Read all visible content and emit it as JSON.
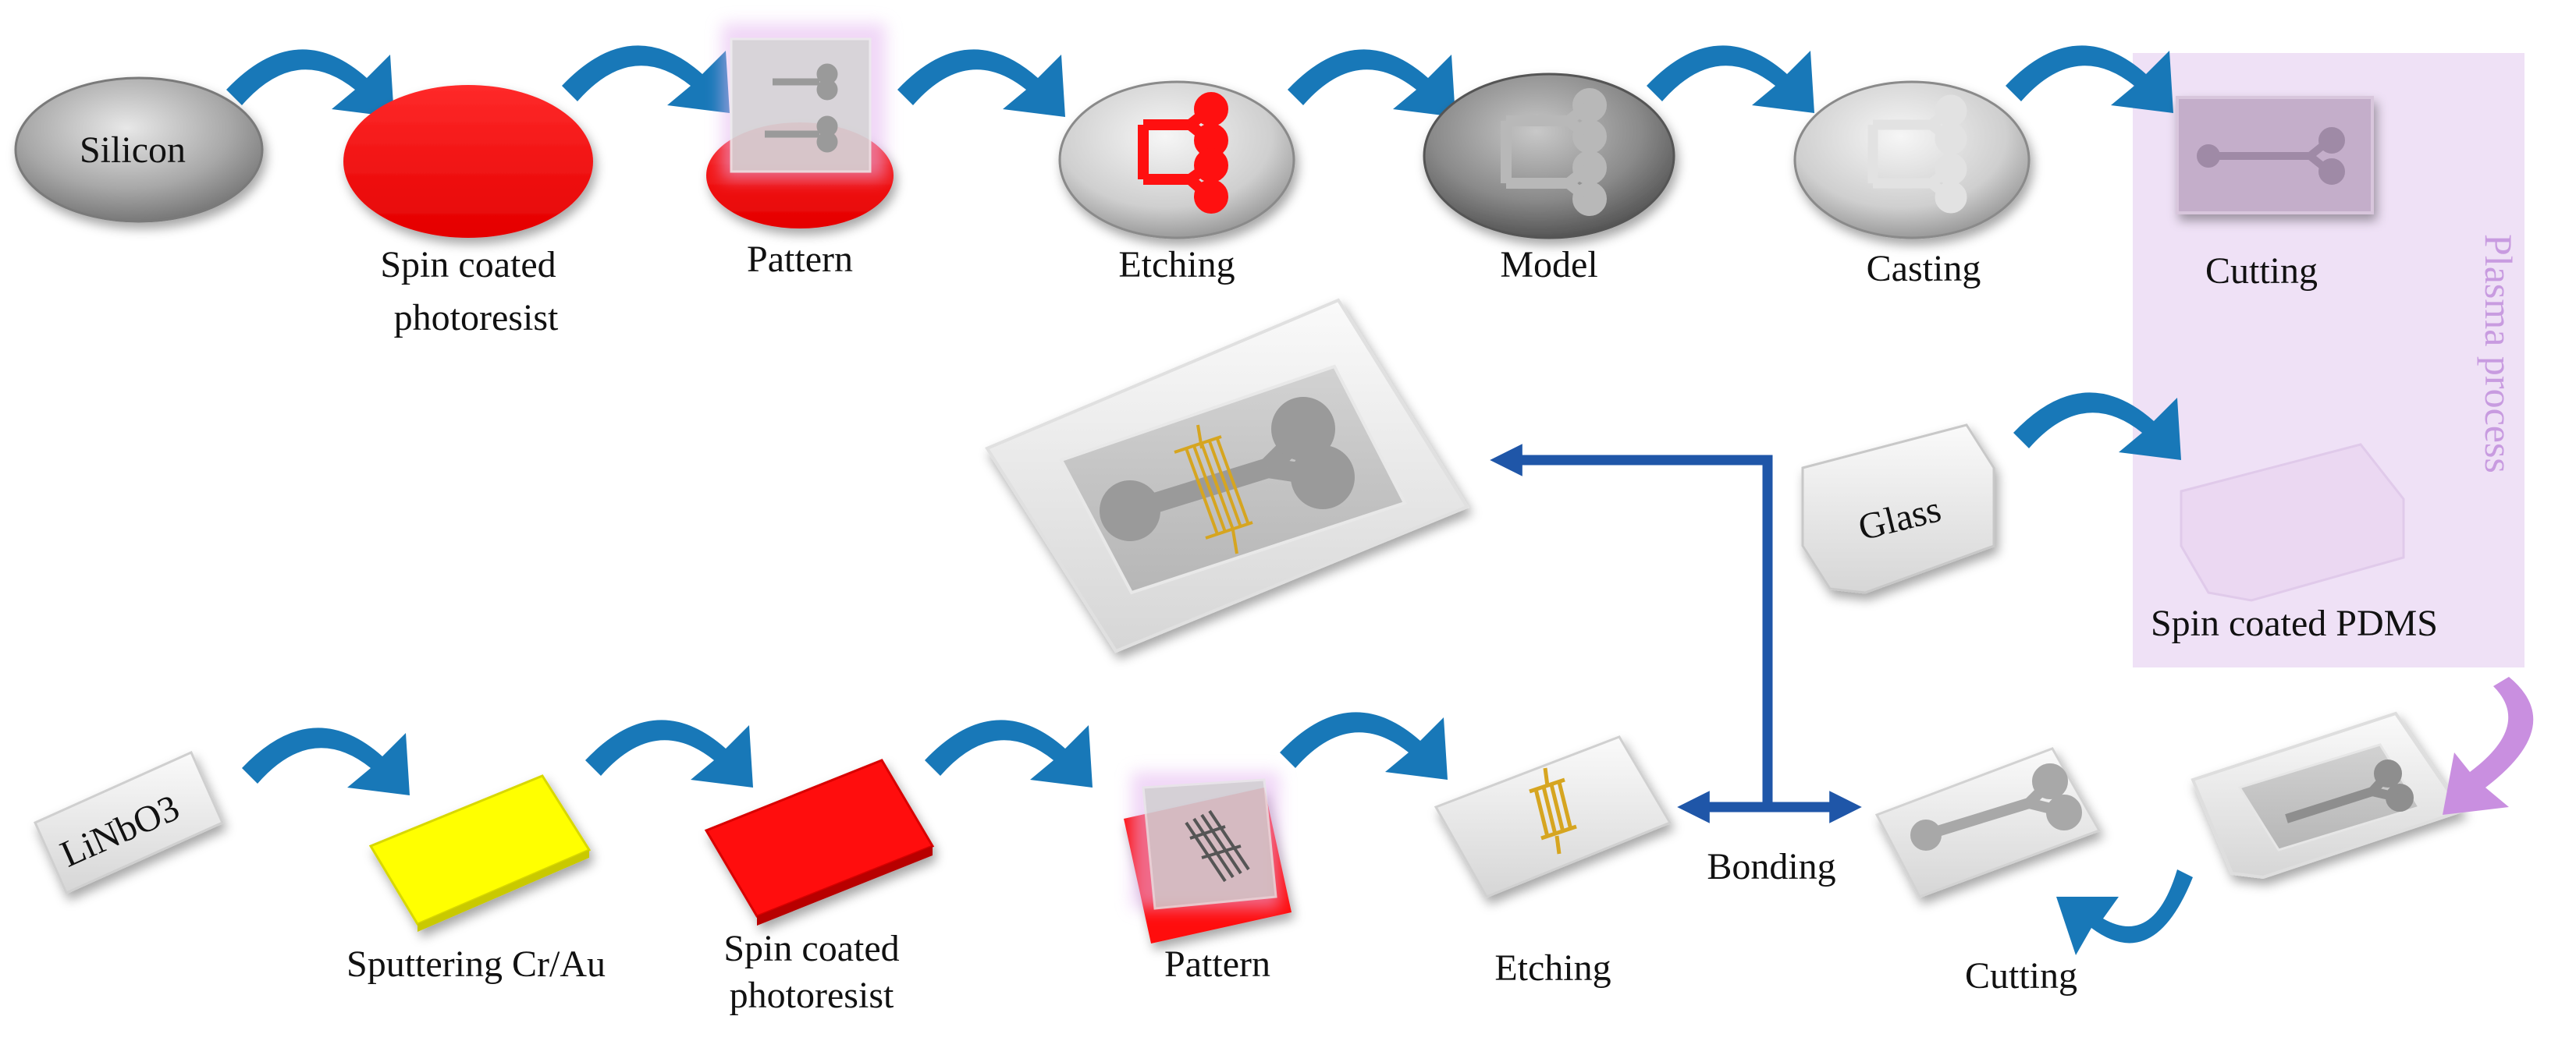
{
  "colors": {
    "arrow_blue": "#1878b8",
    "arrow_dark_blue": "#1f56a8",
    "arrow_purple": "#c98fe0",
    "plasma_box": "#efe1f6",
    "plasma_text": "#c89be0",
    "photoresist_red": "#ff1010",
    "gold_electrode": "#d6a520",
    "sputter_yellow": "#ffff00"
  },
  "top_row": {
    "silicon": "Silicon",
    "spin_coated_1": "Spin coated",
    "spin_coated_2": "photoresist",
    "pattern": "Pattern",
    "etching": "Etching",
    "model": "Model",
    "casting": "Casting",
    "cutting": "Cutting"
  },
  "plasma": {
    "title": "Plasma process",
    "glass": "Glass",
    "spin_pdms": "Spin coated PDMS"
  },
  "bottom_row": {
    "linbo3": "LiNbO3",
    "sputtering": "Sputtering Cr/Au",
    "spin_coated_1": "Spin coated",
    "spin_coated_2": "photoresist",
    "pattern": "Pattern",
    "etching": "Etching",
    "bonding": "Bonding",
    "cutting": "Cutting"
  }
}
